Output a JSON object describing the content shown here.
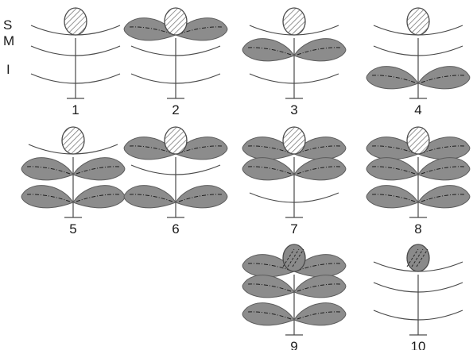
{
  "labels": {
    "top": "S",
    "middle": "M",
    "bottom": "I"
  },
  "colors": {
    "line": "#4a4a4a",
    "leaf_fill": "#8c8c8c",
    "leaf_edge": "#5c5c5c",
    "vein": "#1e1e1e",
    "bud_hatch": "#7a7a7a",
    "bud_solid": "#8a8a8a"
  },
  "figures": [
    {
      "number": "1",
      "bud": "hatched",
      "tiers": [
        "arc",
        "arc",
        "arc"
      ]
    },
    {
      "number": "2",
      "bud": "hatched",
      "tiers": [
        "leaves",
        "arc",
        "arc"
      ]
    },
    {
      "number": "3",
      "bud": "hatched",
      "tiers": [
        "arc",
        "leaves",
        "arc"
      ]
    },
    {
      "number": "4",
      "bud": "hatched",
      "tiers": [
        "arc",
        "arc",
        "leaves"
      ]
    },
    {
      "number": "5",
      "bud": "hatched",
      "tiers": [
        "arc",
        "leaves",
        "leaves"
      ]
    },
    {
      "number": "6",
      "bud": "hatched",
      "tiers": [
        "leaves",
        "arc",
        "leaves"
      ]
    },
    {
      "number": "7",
      "bud": "hatched",
      "tiers": [
        "leaves",
        "leaves",
        "arc"
      ]
    },
    {
      "number": "8",
      "bud": "hatched",
      "tiers": [
        "leaves",
        "leaves",
        "leaves"
      ]
    },
    {
      "number": "9",
      "bud": "solid",
      "tiers": [
        "leaves",
        "leaves",
        "leaves"
      ]
    },
    {
      "number": "10",
      "bud": "solid",
      "tiers": [
        "arc",
        "arc",
        "arc"
      ]
    }
  ]
}
